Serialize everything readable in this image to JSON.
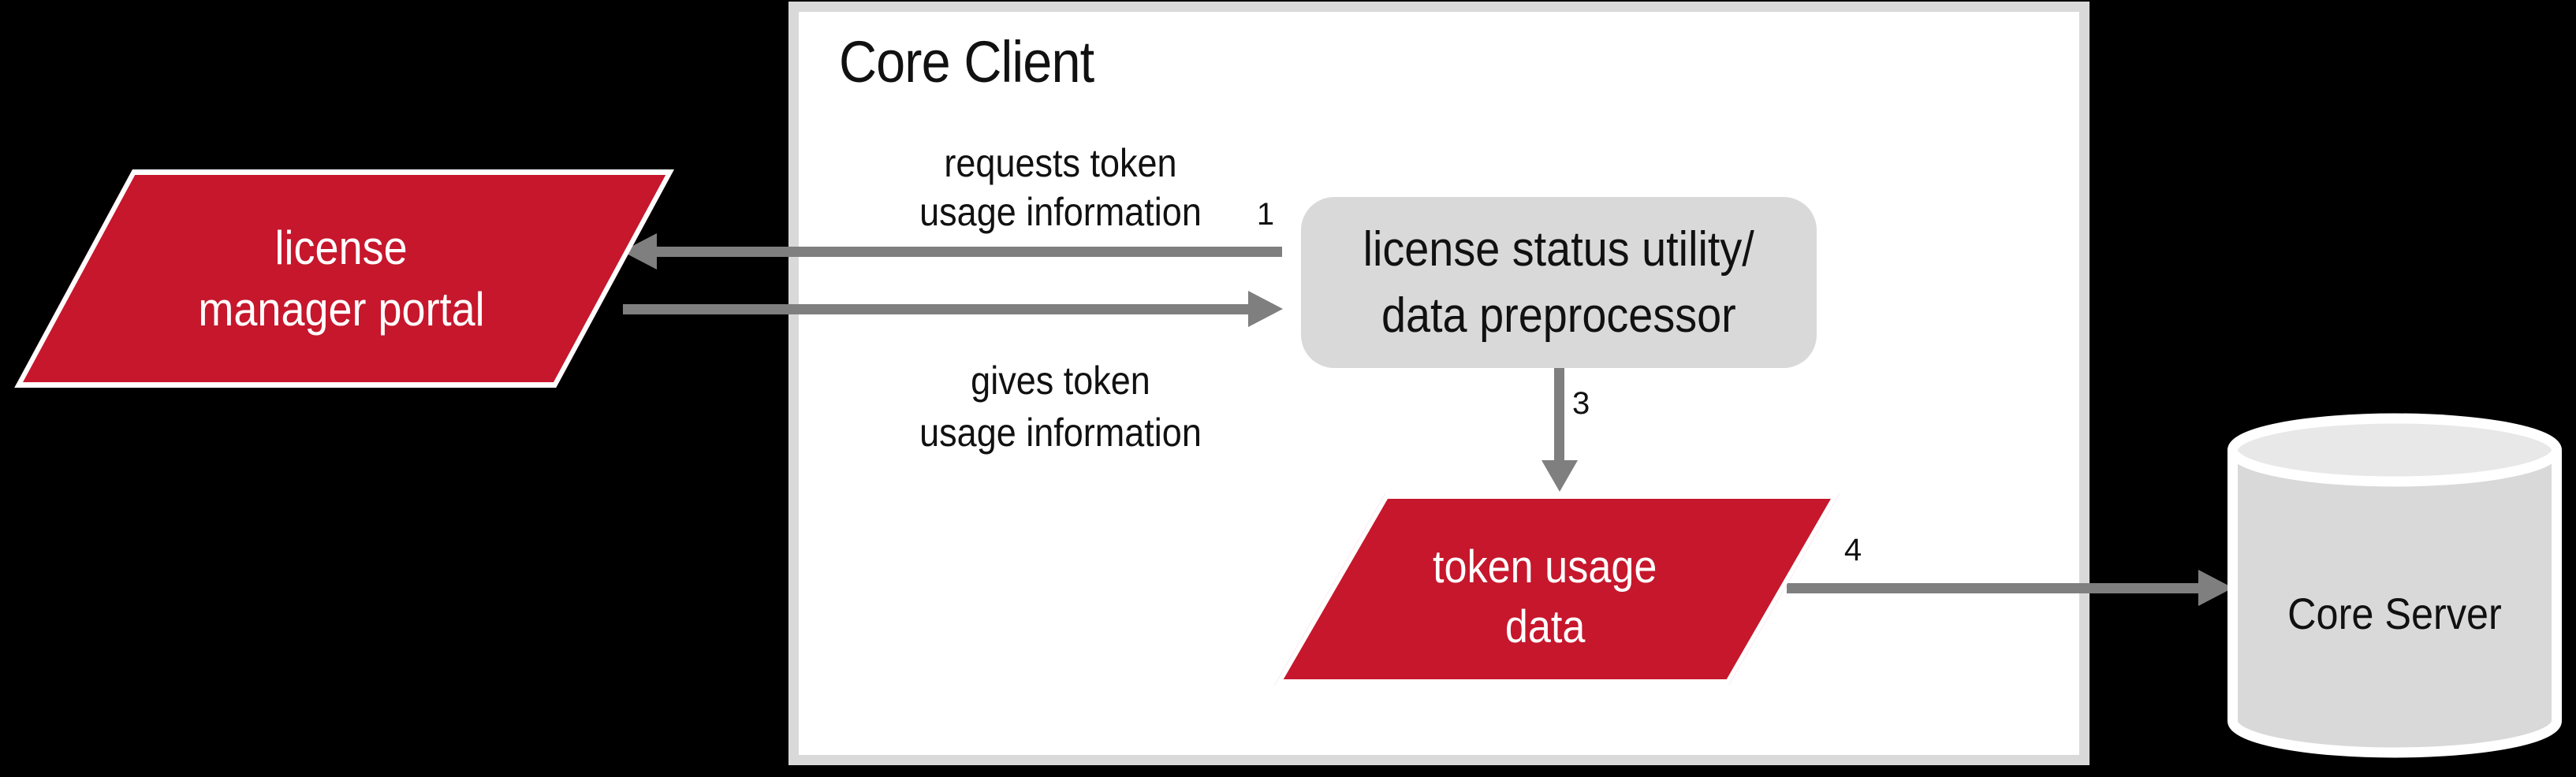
{
  "core_client": {
    "title": "Core Client"
  },
  "nodes": {
    "license_manager_portal": {
      "line1": "license",
      "line2": "manager portal"
    },
    "license_status_utility": {
      "line1": "license status utility/",
      "line2": "data preprocessor"
    },
    "token_usage_data": {
      "line1": "token usage",
      "line2": "data"
    },
    "core_server": {
      "label": "Core Server"
    }
  },
  "edges": {
    "request": {
      "line1": "requests token",
      "line2": "usage information",
      "number": "1"
    },
    "give": {
      "line1": "gives token",
      "line2": "usage information"
    },
    "preprocess": {
      "number": "3"
    },
    "send": {
      "number": "4"
    }
  },
  "colors": {
    "node_red": "#c6172c",
    "arrow_gray": "#7f7f7f",
    "container_border_gray": "#d9d9d9",
    "process_box_gray": "#d9d9d9",
    "cylinder_body_gray": "#d9d9d9",
    "cylinder_top_gray": "#e8e8e8",
    "text_dark": "#111111",
    "text_white": "#ffffff",
    "background": "#000000"
  }
}
